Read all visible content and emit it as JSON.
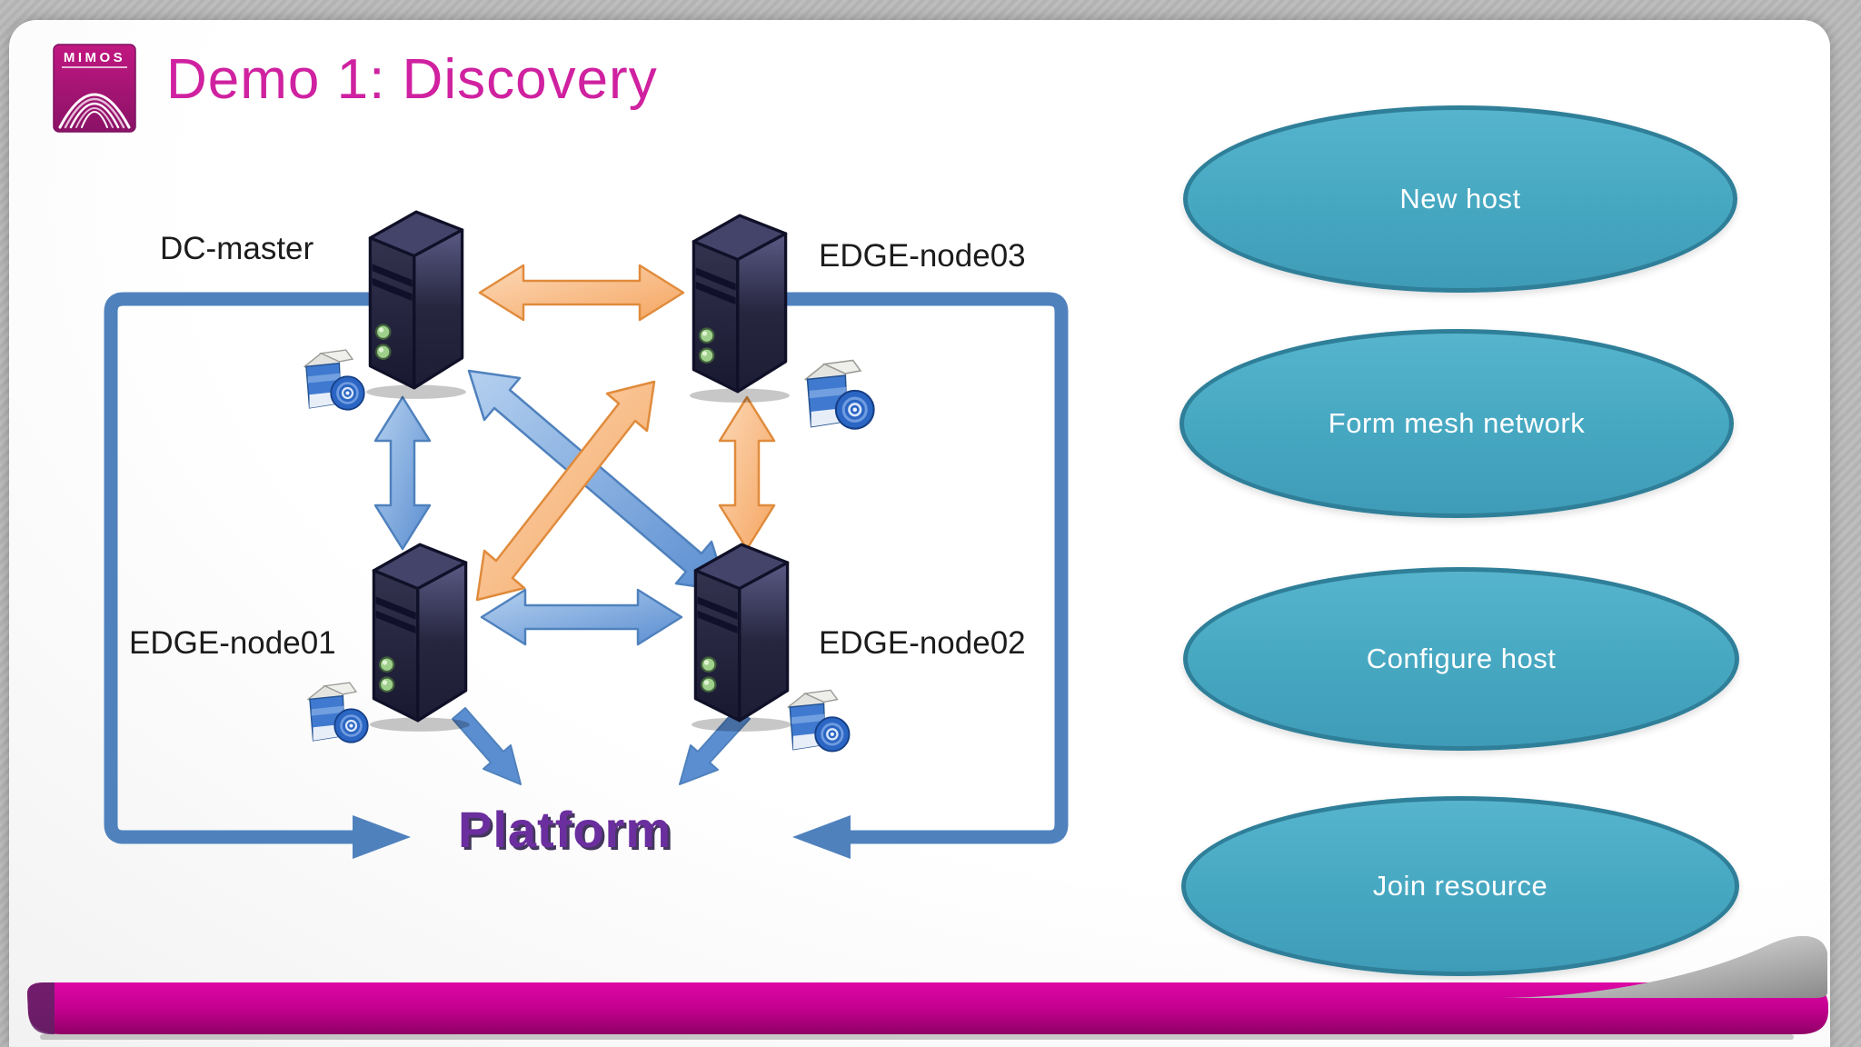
{
  "slide": {
    "logo": {
      "text": "MIMOS"
    },
    "title": {
      "text": "Demo 1: Discovery",
      "color": "#cf21a0"
    }
  },
  "diagram": {
    "nodes": [
      {
        "label": "DC-master"
      },
      {
        "label": "EDGE-node03"
      },
      {
        "label": "EDGE-node01"
      },
      {
        "label": "EDGE-node02"
      }
    ],
    "platform": {
      "label": "Platform",
      "color": "#6b2e9e"
    },
    "colors": {
      "connector_blue": "#4f81bd",
      "arrow_blue_fill": "#7da7dd",
      "arrow_orange_fill": "#fbc496",
      "arrow_orange_stroke": "#e08b3c"
    }
  },
  "flow_steps": [
    {
      "label": "New host"
    },
    {
      "label": "Form mesh network"
    },
    {
      "label": "Configure host"
    },
    {
      "label": "Join resource"
    }
  ],
  "flow_style": {
    "fill": "#4aacc5",
    "border": "#2f7f99",
    "text_color": "#ffffff"
  },
  "footer": {
    "ribbon_color": "#c40090"
  }
}
